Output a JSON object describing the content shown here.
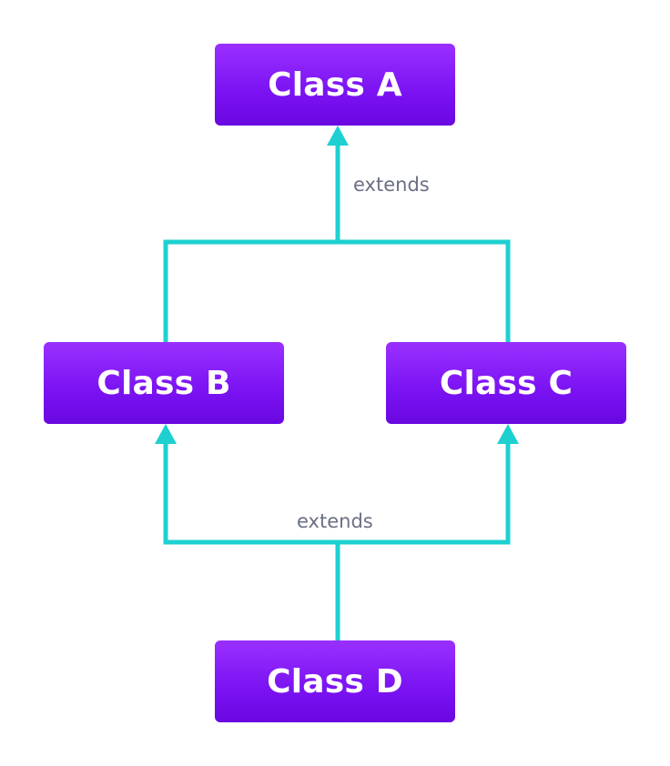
{
  "diagram": {
    "classes": {
      "a": "Class A",
      "b": "Class B",
      "c": "Class C",
      "d": "Class D"
    },
    "edge_labels": {
      "top": "extends",
      "bottom": "extends"
    },
    "colors": {
      "box_gradient_top": "#9a30ff",
      "box_gradient_bottom": "#6a08e0",
      "connector": "#1fd0d0",
      "label_text": "#6b6f85",
      "box_text": "#ffffff"
    }
  }
}
